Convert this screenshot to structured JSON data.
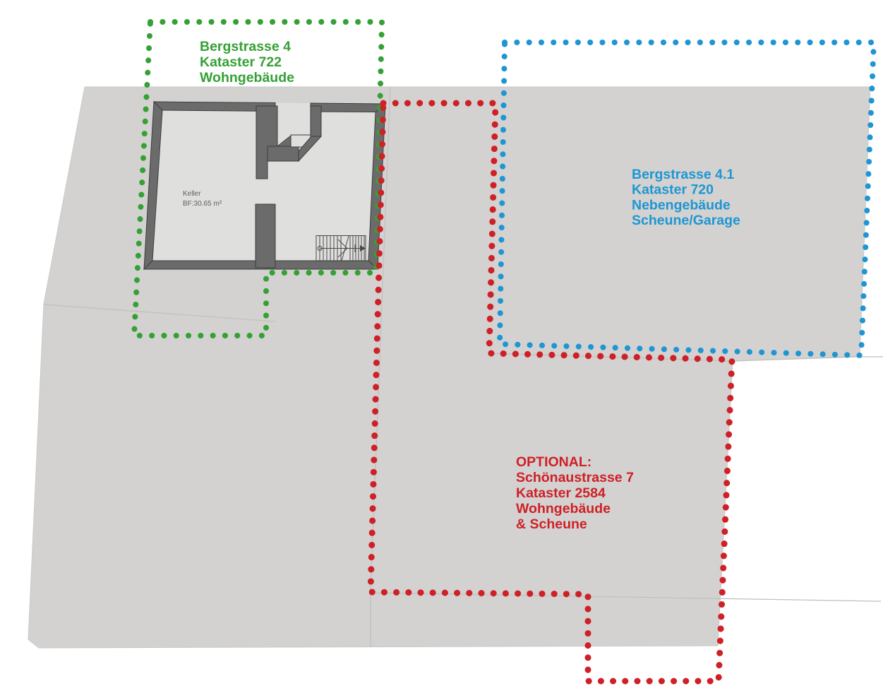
{
  "colors": {
    "site": "#d3d2d0",
    "room": "#dfdfdd",
    "wall": "#6b6b6b",
    "green": "#35a135",
    "blue": "#1e96d3",
    "red": "#cf2027",
    "keller_text": "#5f5f5f"
  },
  "labels": {
    "green": {
      "line1": "Bergstrasse 4",
      "line2": "Kataster 722",
      "line3": "Wohngebäude"
    },
    "blue": {
      "line1": "Bergstrasse 4.1",
      "line2": "Kataster 720",
      "line3": "Nebengebäude",
      "line4": "Scheune/Garage"
    },
    "red": {
      "line1": "OPTIONAL:",
      "line2": "Schönaustrasse 7",
      "line3": "Kataster 2584",
      "line4": "Wohngebäude",
      "line5": "& Scheune"
    },
    "room": {
      "name": "Keller",
      "area": "BF:30.65 m²"
    }
  }
}
